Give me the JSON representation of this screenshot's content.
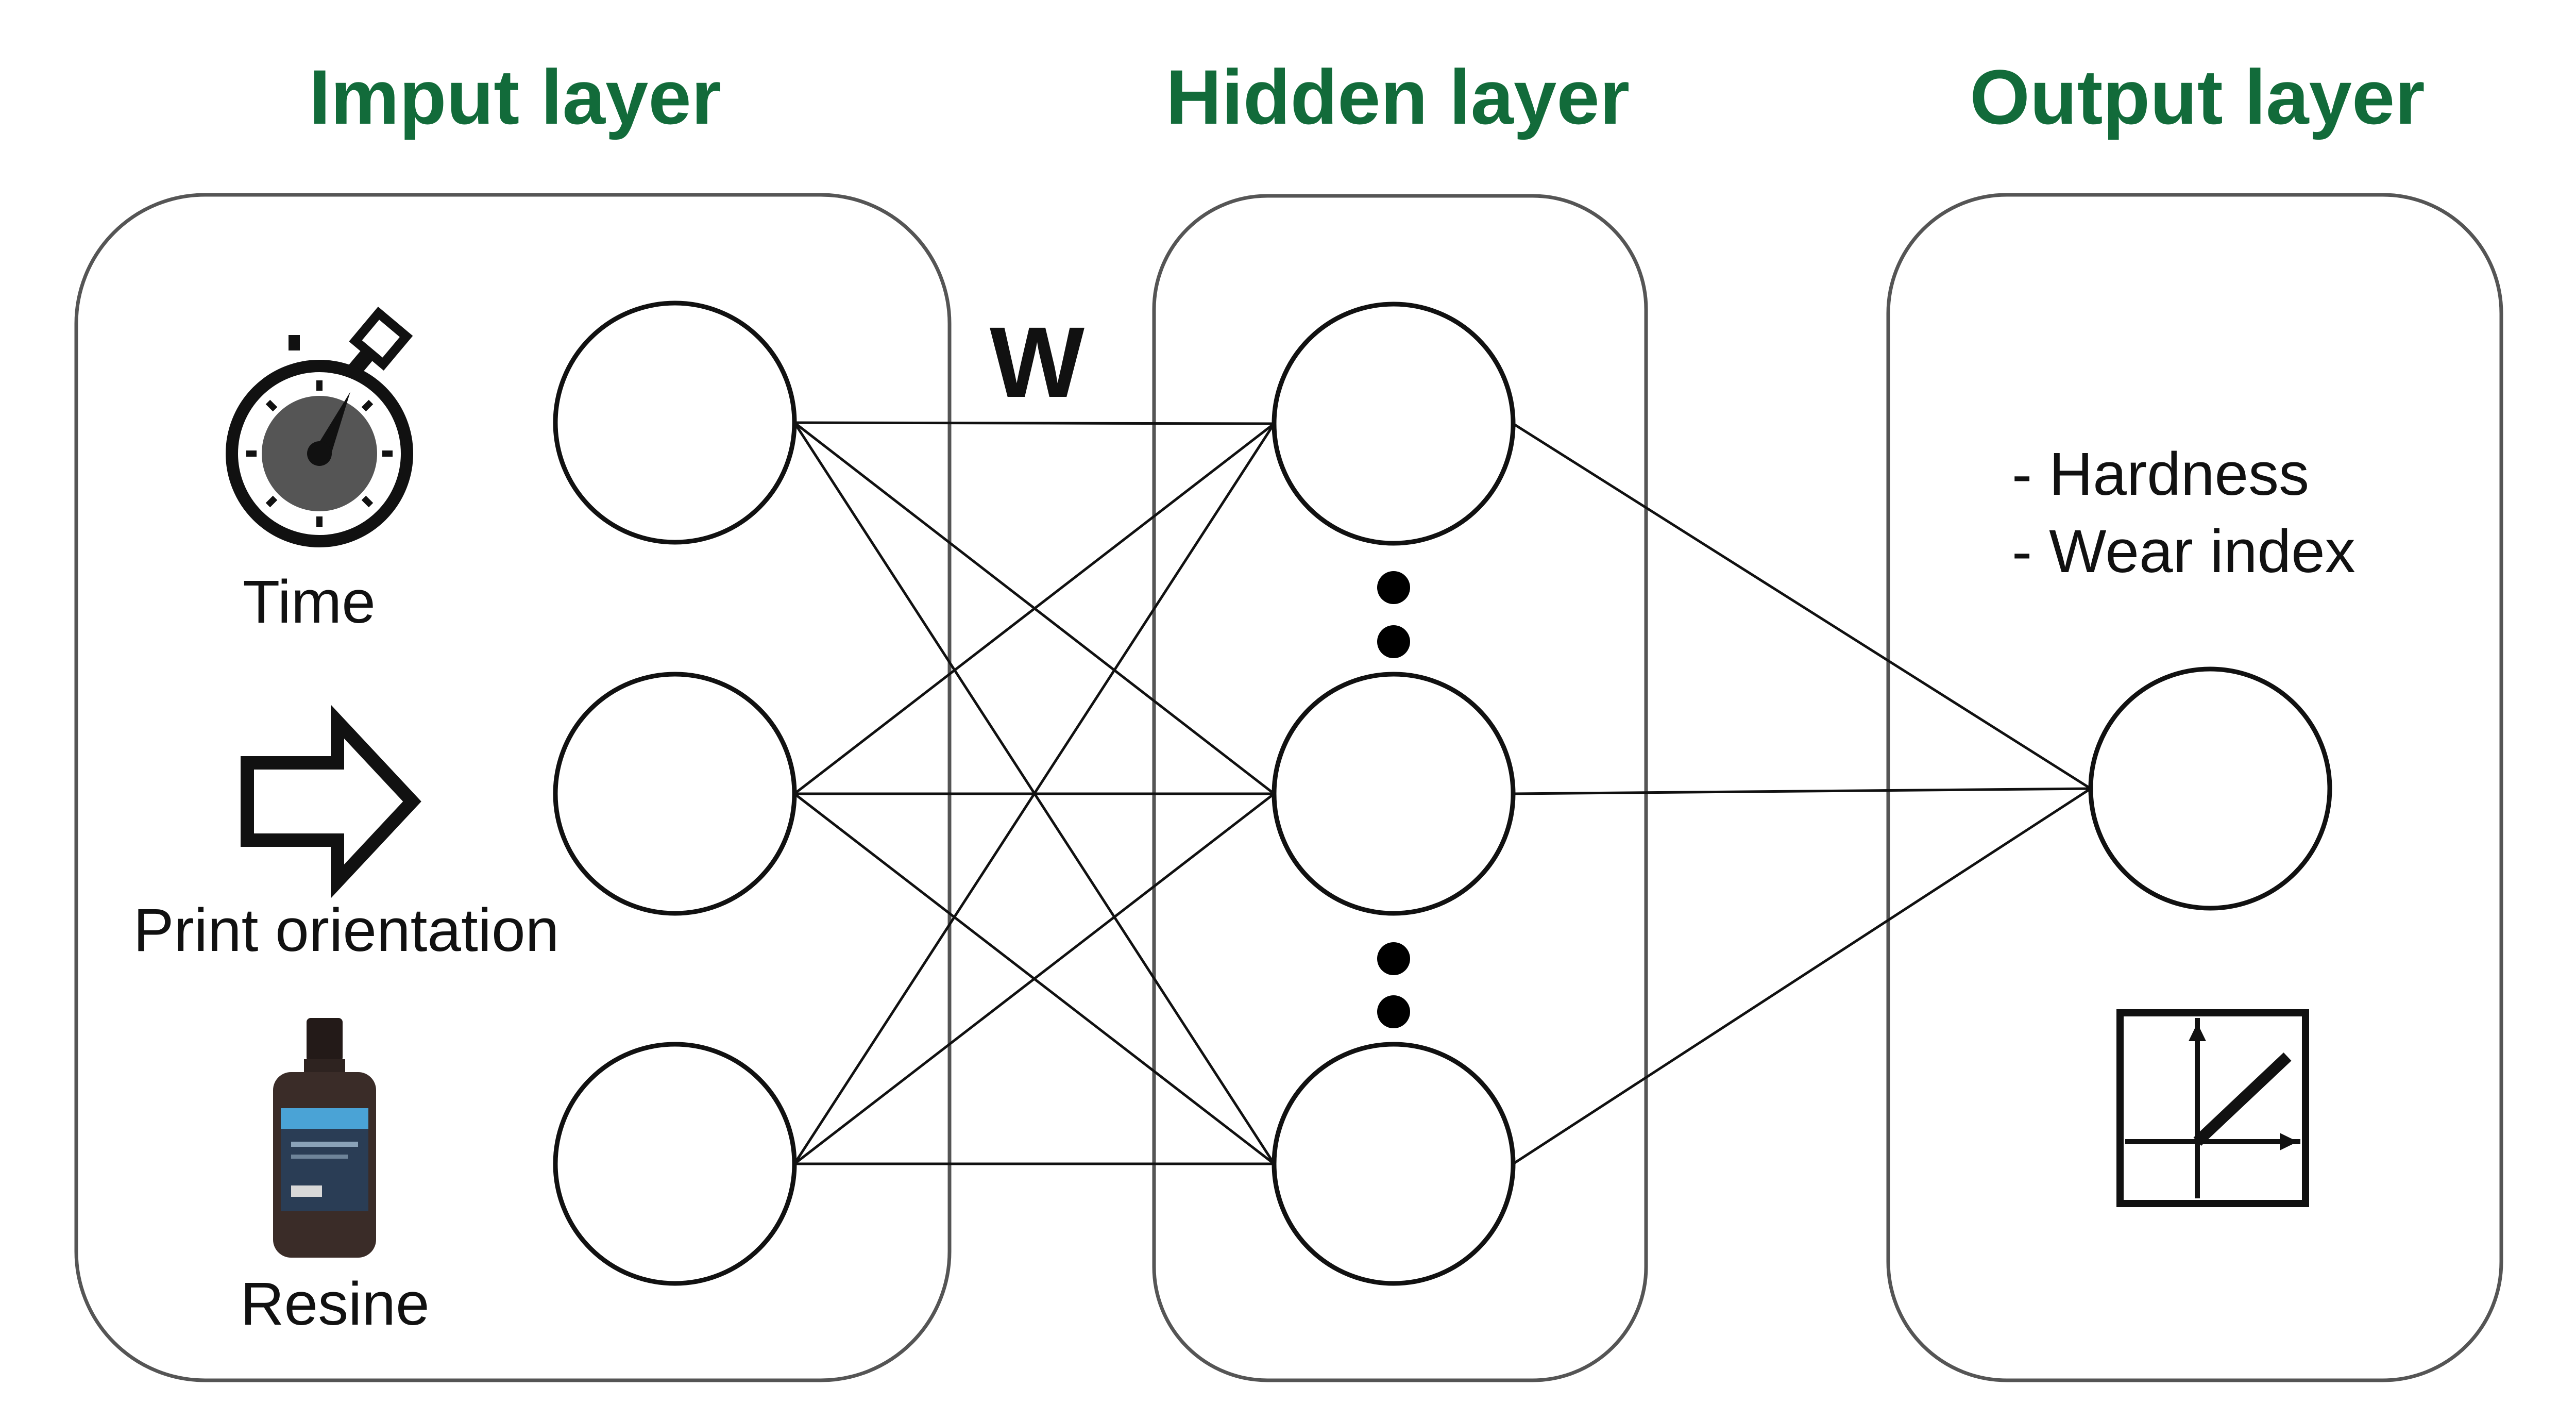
{
  "colors": {
    "title": "#126b3a",
    "ink": "#111111",
    "panel_border": "#555555",
    "bottle_body": "#3a2c28",
    "bottle_label": "#2a3d55",
    "bottle_label_band": "#4aa3d6",
    "stopwatch_face": "#555555"
  },
  "layers": {
    "input": {
      "title": "Imput layer"
    },
    "hidden": {
      "title": "Hidden layer"
    },
    "output": {
      "title": "Output layer"
    }
  },
  "inputs": [
    {
      "label": "Time",
      "icon": "stopwatch-icon"
    },
    {
      "label": "Print orientation",
      "icon": "arrow-right-icon"
    },
    {
      "label": "Resine",
      "icon": "resin-bottle-icon"
    }
  ],
  "weights_label": "W",
  "outputs": [
    {
      "label": "- Hardness"
    },
    {
      "label": "- Wear index"
    }
  ],
  "activation_icon": "relu-graph-icon",
  "network": {
    "input_nodes": 3,
    "hidden_nodes_drawn": 3,
    "output_nodes": 1
  }
}
